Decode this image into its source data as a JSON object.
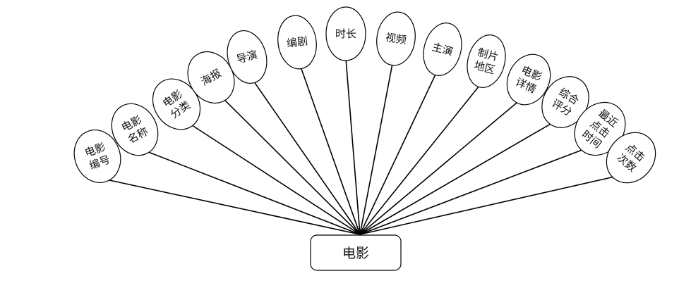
{
  "entity": {
    "label": "电影"
  },
  "attributes": [
    {
      "lines": [
        "电影",
        "编号"
      ]
    },
    {
      "lines": [
        "电影",
        "名称"
      ]
    },
    {
      "lines": [
        "电影",
        "分类"
      ]
    },
    {
      "lines": [
        "海报"
      ]
    },
    {
      "lines": [
        "导演"
      ]
    },
    {
      "lines": [
        "编剧"
      ]
    },
    {
      "lines": [
        "时长"
      ]
    },
    {
      "lines": [
        "视频"
      ]
    },
    {
      "lines": [
        "主演"
      ]
    },
    {
      "lines": [
        "制片",
        "地区"
      ]
    },
    {
      "lines": [
        "电影",
        "详情"
      ]
    },
    {
      "lines": [
        "综合",
        "评分"
      ]
    },
    {
      "lines": [
        "最近",
        "点击",
        "时间"
      ]
    },
    {
      "lines": [
        "点击",
        "次数"
      ]
    }
  ],
  "colors": {
    "stroke": "#000000",
    "fill": "#ffffff",
    "text": "#111111"
  }
}
